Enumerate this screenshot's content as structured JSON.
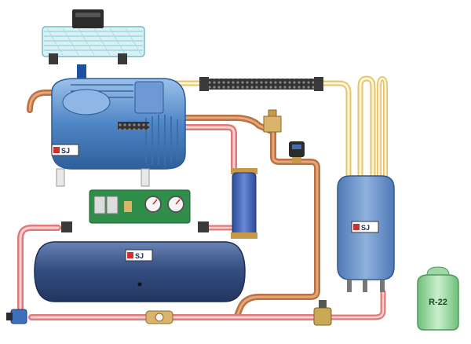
{
  "brand": {
    "logo_text": "SJ"
  },
  "cylinder": {
    "label": "R-22"
  },
  "colors": {
    "copper_pipe": "#c8865a",
    "hot_pipe": "#f2a0a0",
    "liquid_line": "#f3d27a",
    "compressor_blue": "#4f86c6",
    "receiver_navy": "#334e7e",
    "accumulator_blue": "#6f95c9",
    "panel_green": "#2f8f4a",
    "cylinder_green": "#9fd7a6",
    "drier_blue": "#3f62b8"
  },
  "components": [
    "condenser-coil",
    "compressor",
    "filter-drier",
    "sight-glass",
    "solenoid-valve",
    "expansion-valve",
    "pressure-control-panel",
    "liquid-receiver",
    "suction-accumulator",
    "vibration-absorber",
    "refrigerant-cylinder"
  ]
}
